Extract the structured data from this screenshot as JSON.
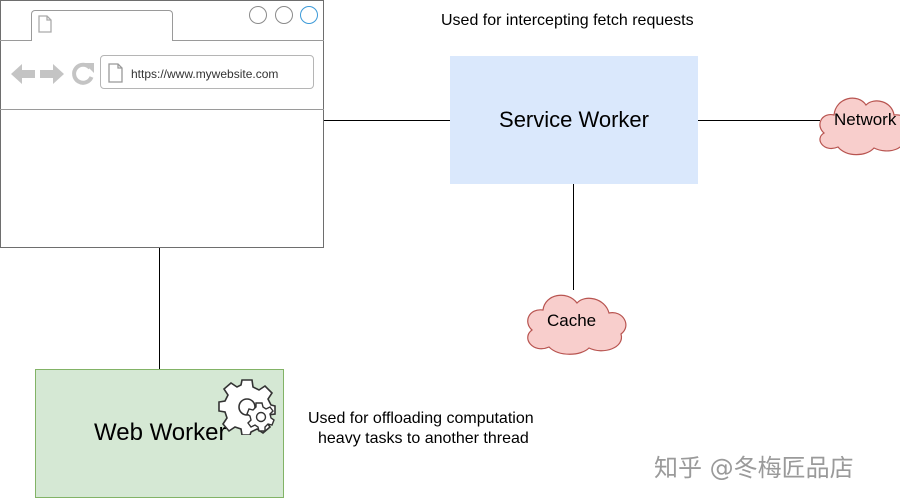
{
  "browser": {
    "url": "https://www.mywebsite.com",
    "window_buttons": [
      "close",
      "minimize",
      "maximize"
    ],
    "nav_icons": [
      "back-arrow-icon",
      "forward-arrow-icon",
      "reload-icon",
      "document-icon"
    ]
  },
  "service_worker": {
    "label": "Service Worker",
    "note": "Used for intercepting fetch requests",
    "fill_color": "#dae8fc"
  },
  "web_worker": {
    "label": "Web Worker",
    "note_line1": "Used for offloading computation",
    "note_line2": "heavy tasks to another thread",
    "fill_color": "#d5e8d4",
    "icon": "gear-icon"
  },
  "clouds": {
    "network": "Network",
    "cache": "Cache",
    "fill_color": "#f8cecc"
  },
  "watermark": "知乎 @冬梅匠品店"
}
